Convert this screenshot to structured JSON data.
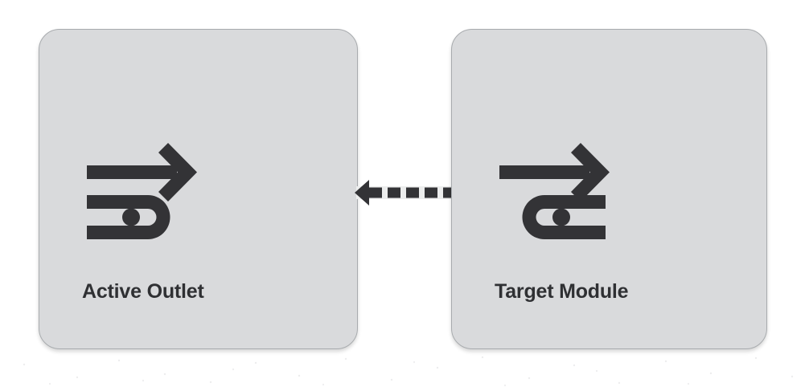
{
  "diagram": {
    "type": "flow",
    "background_color": "#ffffff",
    "nodes": [
      {
        "id": "source",
        "label": "Active Outlet",
        "icon": "outlet-loop-arrow-icon",
        "icon_direction": "loop-right",
        "fill_color": "#d9dadc",
        "border_color": "#a8abae",
        "text_color": "#2f3033"
      },
      {
        "id": "target",
        "label": "Target Module",
        "icon": "module-loop-arrow-icon",
        "icon_direction": "loop-left",
        "fill_color": "#d9dadc",
        "border_color": "#a8abae",
        "text_color": "#2f3033"
      }
    ],
    "edge": {
      "from": "source",
      "to": "target",
      "style": "dashed",
      "arrow_start": true,
      "arrow_end": true,
      "color": "#2f3033",
      "band_color": "#eceded"
    }
  }
}
